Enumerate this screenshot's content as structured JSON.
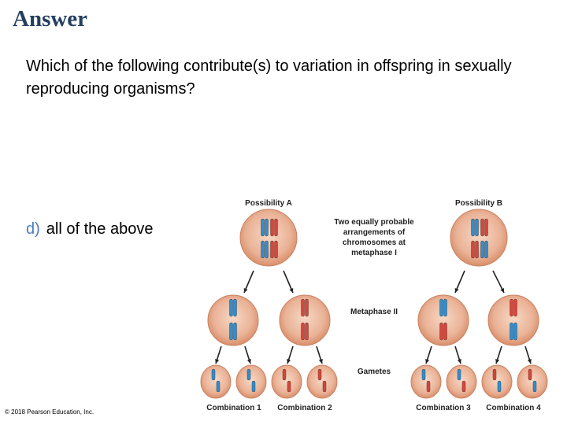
{
  "slide": {
    "title": "Answer",
    "question": "Which of the following contribute(s) to variation in offspring in sexually reproducing organisms?",
    "answer_letter": "d)",
    "answer_text": "all of the above",
    "copyright": "© 2018 Pearson Education, Inc."
  },
  "diagram": {
    "possibility_a": "Possibility A",
    "possibility_b": "Possibility B",
    "arrangement_note": [
      "Two equally probable",
      "arrangements of",
      "chromosomes at",
      "metaphase I"
    ],
    "metaphase_ii": "Metaphase II",
    "gametes": "Gametes",
    "combinations": [
      "Combination 1",
      "Combination 2",
      "Combination 3",
      "Combination 4"
    ],
    "colors": {
      "cell": "#e0a07f",
      "cell_center": "#f7d8c4",
      "blue": "#2f8ed0",
      "red": "#d9453b"
    }
  }
}
